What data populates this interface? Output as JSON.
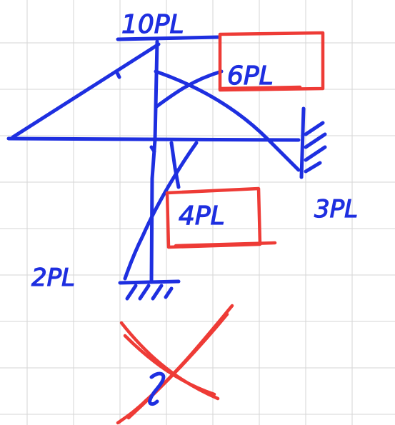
{
  "labels": {
    "top": "10PL",
    "right_boxed": "6PL",
    "center_boxed": "4PL",
    "right_bottom": "3PL",
    "left_bottom": "2PL"
  },
  "colors": {
    "ink": "#1e2fe0",
    "correction": "#ee3b36",
    "grid": "#d5d5d5",
    "background": "#ffffff"
  }
}
